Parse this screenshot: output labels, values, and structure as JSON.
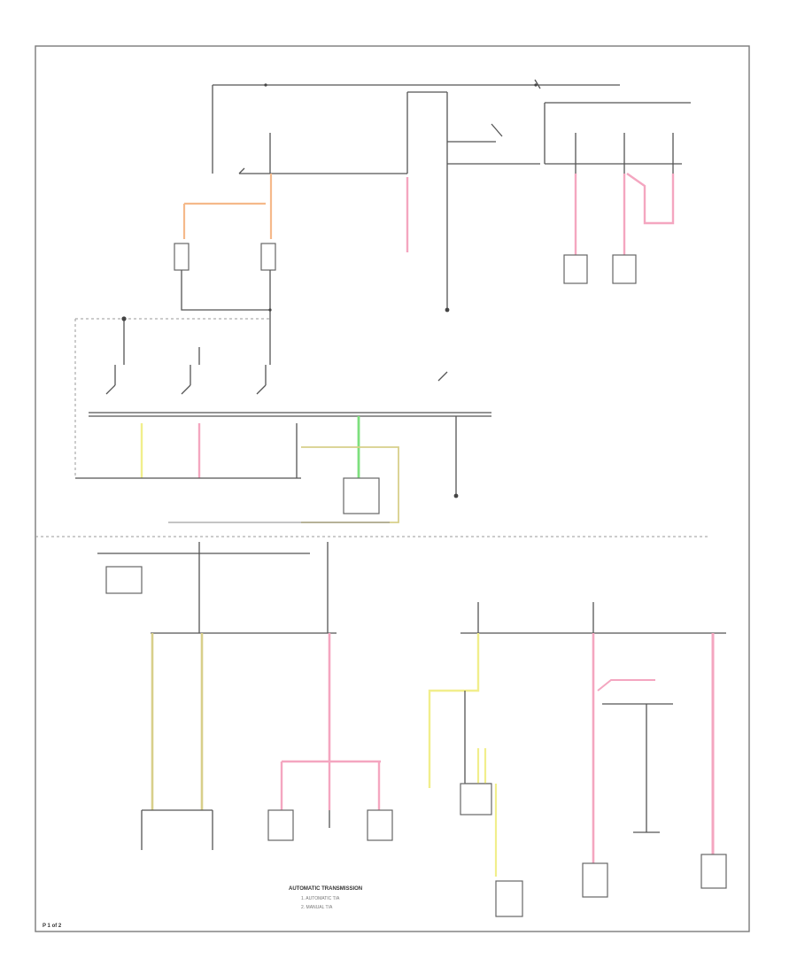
{
  "diagram": {
    "page_id": "P 1 of 2",
    "footnote_title": "AUTOMATIC TRANSMISSION",
    "footnote_items": [
      "1. AUTOMATIC T/A",
      "2. MANUAL T/A"
    ]
  },
  "colors": {
    "pink": "#f4a6c0",
    "yellow": "#f1ee8c",
    "green": "#7ee07e",
    "orange": "#f5b98a",
    "khaki": "#d8cf8a",
    "wire": "#555555"
  }
}
